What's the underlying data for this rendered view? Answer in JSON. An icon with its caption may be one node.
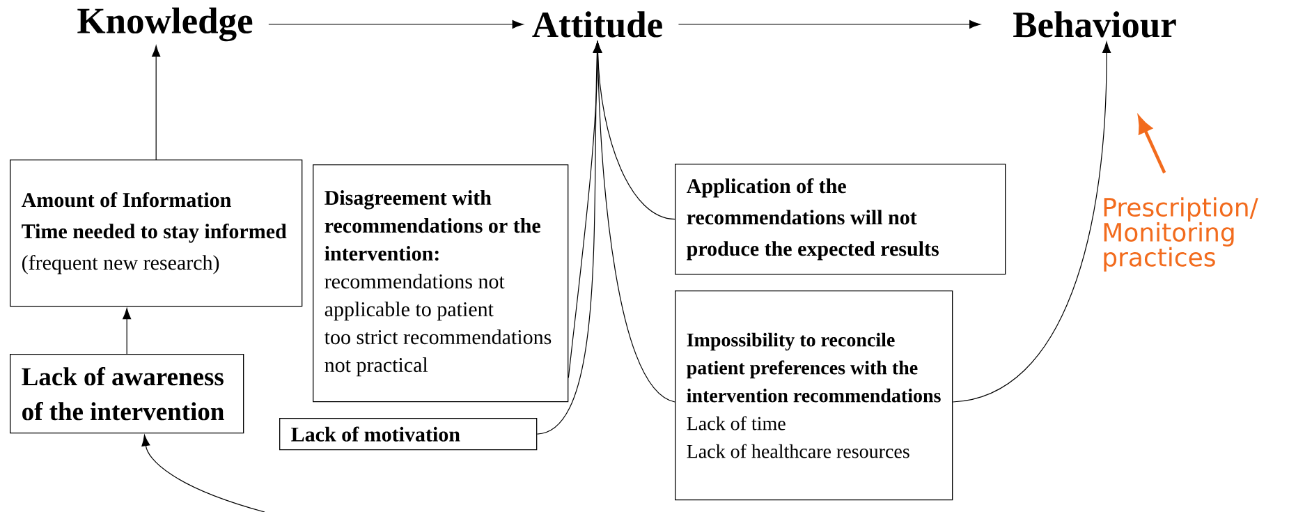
{
  "diagram": {
    "nodes": [
      {
        "text": [
          "Knowledge"
        ]
      },
      {
        "text": [
          "Attitude"
        ]
      },
      {
        "text": [
          "Behaviour"
        ]
      },
      {
        "text": [
          "Amount of Information",
          "Time needed to stay informed",
          "(frequent new research)"
        ]
      },
      {
        "text": [
          "Lack of awareness of the intervention"
        ]
      },
      {
        "text": [
          "Disagreement with recommendations or the intervention:",
          "recommendations not applicable to patient",
          "too strict recommendations",
          "not practical"
        ]
      },
      {
        "text": [
          "Lack of motivation"
        ]
      },
      {
        "text": [
          "Application of the recommendations will not produce the expected results"
        ]
      },
      {
        "text": [
          "Impossibility to reconcile patient preferences with the intervention recommendations",
          "Lack of time",
          "Lack of healthcare resources"
        ]
      },
      {
        "text": [
          "Prescription/ Monitoring practices"
        ]
      }
    ],
    "edges": [
      {
        "from": 0,
        "to": 1,
        "arrow": "to"
      },
      {
        "from": 1,
        "to": 2,
        "arrow": "to"
      },
      {
        "from": 3,
        "to": 0,
        "arrow": "to"
      },
      {
        "from": 4,
        "to": 3,
        "arrow": "to"
      },
      {
        "from": 5,
        "to": 1,
        "arrow": "to"
      },
      {
        "from": 6,
        "to": 1,
        "arrow": "to"
      },
      {
        "from": 7,
        "to": 1,
        "arrow": "to"
      },
      {
        "from": 8,
        "to": 1,
        "arrow": "to"
      },
      {
        "from": 8,
        "to": 2,
        "arrow": "to"
      },
      {
        "from": null,
        "to": 4,
        "arrow": "to"
      },
      {
        "from": 9,
        "to": null,
        "arrow": "to",
        "style": "thick",
        "color": "#f26b1d"
      }
    ]
  }
}
